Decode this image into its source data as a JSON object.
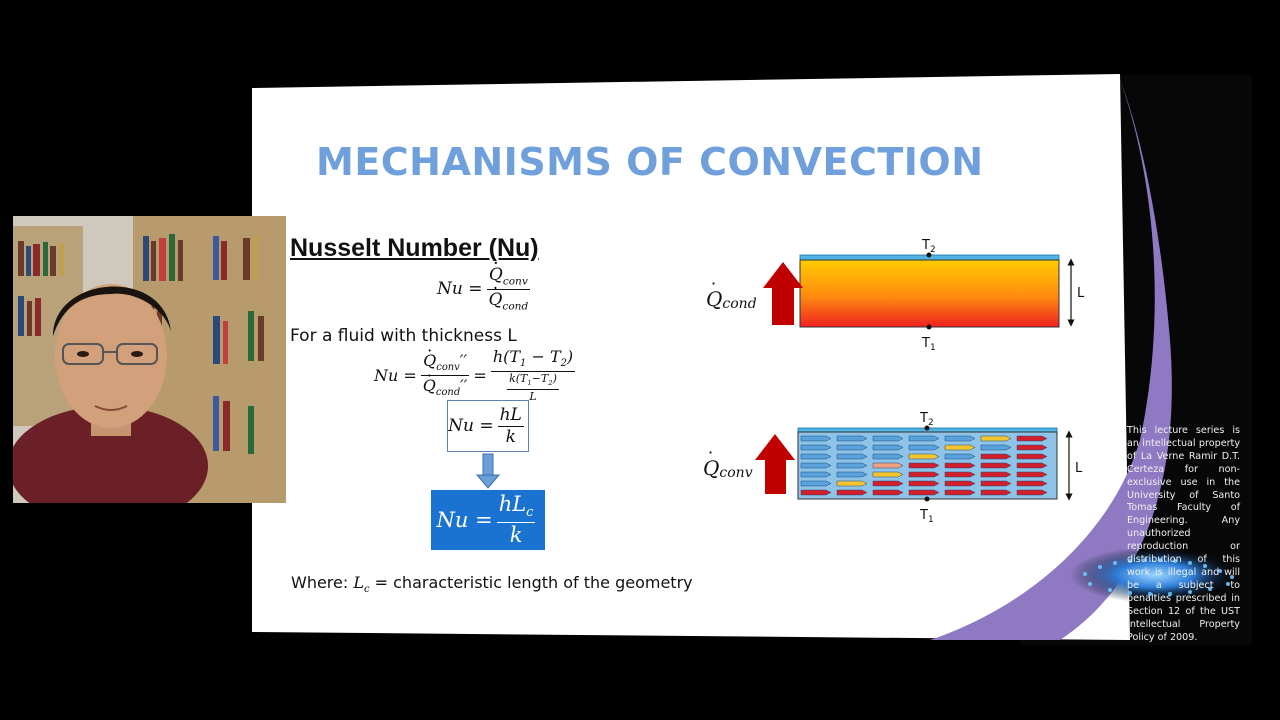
{
  "slide": {
    "title": "MECHANISMS OF CONVECTION",
    "heading": "Nusselt Number (Nu)",
    "fluid_text": "For a fluid with thickness L",
    "eq1": {
      "lhs": "Nu =",
      "num": "Q",
      "num_sub": "conv",
      "den": "Q",
      "den_sub": "cond"
    },
    "eq2": {
      "lhs": "Nu =",
      "num": "Q",
      "num_sub": "conv",
      "num_sup": "′′",
      "den": "Q",
      "den_sub": "cond",
      "den_sup": "′′",
      "equals": "=",
      "rhs_num": "h(T",
      "rhs_num_sub1": "1",
      "rhs_num_mid": " − T",
      "rhs_num_sub2": "2",
      "rhs_num_end": ")",
      "rhs_den_num": "k(T",
      "rhs_den_sub1": "1",
      "rhs_den_mid": "−T",
      "rhs_den_sub2": "2",
      "rhs_den_end": ")",
      "rhs_den_den": "L"
    },
    "eq3": {
      "lhs": "Nu =",
      "num": "hL",
      "den": "k"
    },
    "eq4": {
      "lhs": "Nu =",
      "num": "hL",
      "num_sub": "c",
      "den": "k"
    },
    "where_label": "Where:",
    "where_symbol": "L",
    "where_symbol_sub": "c",
    "where_text": "= characteristic length of the geometry"
  },
  "diagrams": {
    "conduction": {
      "q_label": "Q",
      "q_sub": "cond",
      "top_temp": "T",
      "top_temp_sub": "2",
      "bottom_temp": "T",
      "bottom_temp_sub": "1",
      "thickness": "L"
    },
    "convection": {
      "q_label": "Q",
      "q_sub": "conv",
      "top_temp": "T",
      "top_temp_sub": "2",
      "bottom_temp": "T",
      "bottom_temp_sub": "1",
      "thickness": "L"
    }
  },
  "copyright": "This lecture series is an intellectual property of La Verne Ramir D.T. Certeza for non-exclusive use in the University of Santo Tomas Faculty of Engineering. Any unauthorized reproduction or distribution of this work is illegal and will be a subject to penalties prescribed in Section 12 of the UST Intellectual Property Policy of 2009.",
  "colors": {
    "title": "#6fa0db",
    "slide_bg": "#ffffff",
    "purple_swoosh": "#8e79c2",
    "highlight_box": "#1a73d0",
    "arrow_red": "#c00000",
    "cold_top": "#4fb3e3"
  }
}
